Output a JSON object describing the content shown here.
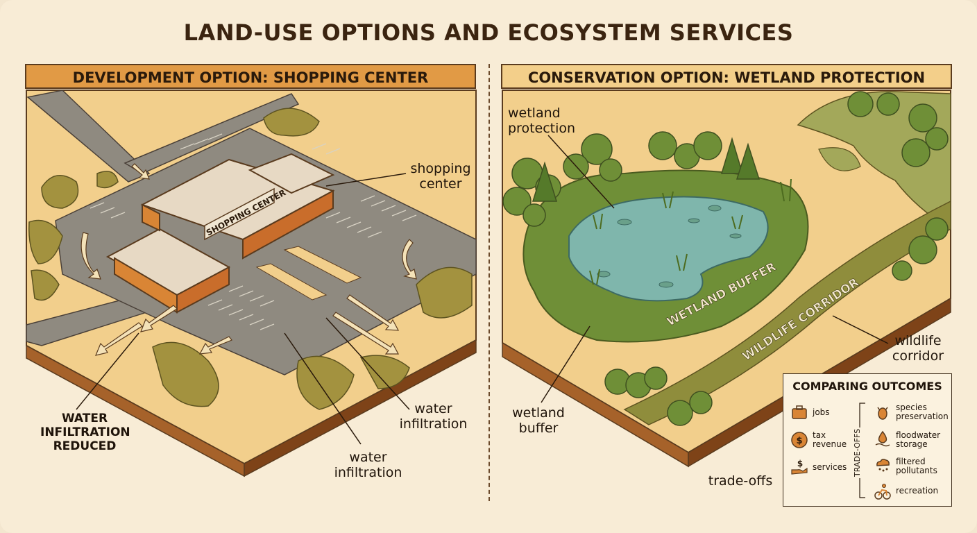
{
  "title": "LAND-USE OPTIONS AND ECOSYSTEM SERVICES",
  "development": {
    "header": "DEVELOPMENT OPTION: SHOPPING CENTER",
    "sign": "SHOPPING CENTER",
    "label_shopping": [
      "shopping",
      "center"
    ],
    "label_infil_1": [
      "water",
      "infiltration"
    ],
    "label_infil_2": [
      "water",
      "infiltration"
    ],
    "label_reduced": [
      "WATER",
      "INFILTRATION",
      "REDUCED"
    ]
  },
  "conservation": {
    "header": "CONSERVATION OPTION: WETLAND PROTECTION",
    "label_wetland_protection": [
      "wetland",
      "protection"
    ],
    "label_wetland_buffer": [
      "wetland",
      "buffer"
    ],
    "label_wildlife_corridor": [
      "wildlife",
      "corridor"
    ],
    "label_tradeoffs": "trade-offs",
    "band_buffer": "WETLAND BUFFER",
    "band_corridor": "WILDLIFE CORRIDOR"
  },
  "legend": {
    "title": "COMPARING OUTCOMES",
    "left_items": [
      {
        "label": [
          "jobs"
        ],
        "icon": "briefcase-icon"
      },
      {
        "label": [
          "tax",
          "revenue"
        ],
        "icon": "dollar-coin-icon"
      },
      {
        "label": [
          "services"
        ],
        "icon": "hand-dollar-icon"
      }
    ],
    "trade_offs_label": "TRADE-OFFS",
    "right_items": [
      {
        "label": [
          "species",
          "preservation"
        ],
        "icon": "deer-icon"
      },
      {
        "label": [
          "floodwater",
          "storage"
        ],
        "icon": "water-drop-icon"
      },
      {
        "label": [
          "filtered",
          "pollutants"
        ],
        "icon": "cloud-filter-icon"
      },
      {
        "label": [
          "recreation"
        ],
        "icon": "cyclist-icon"
      }
    ]
  },
  "colors": {
    "header_dev": "#e19a45",
    "header_con": "#f3cf8a",
    "pavement": "#8f8a80",
    "ground": "#f2cf8c",
    "water": "#7fb6ac",
    "vegetation": "#7b8f3a",
    "soil": "#8a4a1c"
  }
}
